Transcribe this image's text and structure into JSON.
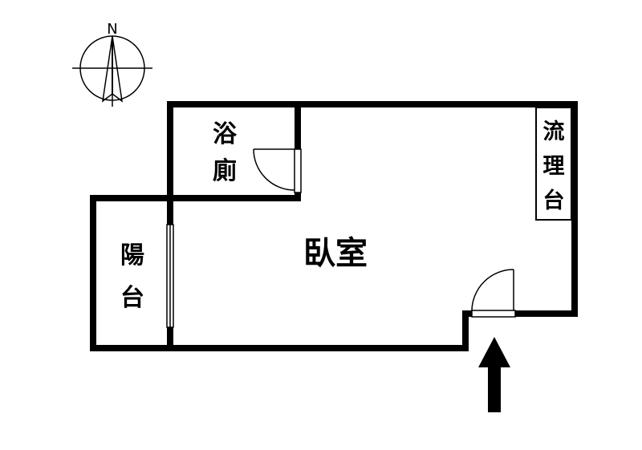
{
  "compass": {
    "north_label": "N"
  },
  "rooms": {
    "bathroom": {
      "line1": "浴",
      "line2": "廁"
    },
    "kitchen_counter": {
      "line1": "流",
      "line2": "理",
      "line3": "台"
    },
    "bedroom": {
      "label": "臥室"
    },
    "balcony": {
      "line1": "陽",
      "line2": "台"
    }
  },
  "colors": {
    "wall": "#000000",
    "background": "#ffffff"
  },
  "icons": {
    "entrance": "entrance-arrow-icon",
    "compass": "compass-north-icon"
  }
}
